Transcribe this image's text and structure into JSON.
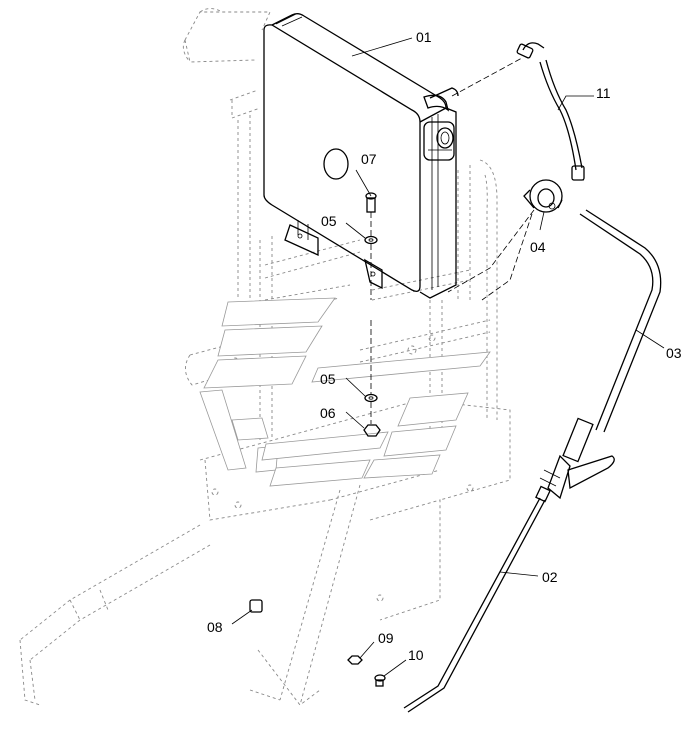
{
  "callouts": {
    "c01": "01",
    "c11": "11",
    "c07": "07",
    "c05a": "05",
    "c04": "04",
    "c03": "03",
    "c05b": "05",
    "c06": "06",
    "c02": "02",
    "c08": "08",
    "c09": "09",
    "c10": "10"
  }
}
